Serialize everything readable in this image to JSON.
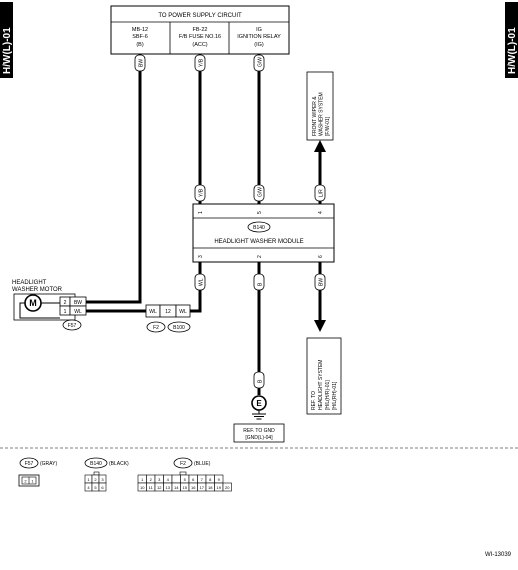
{
  "side_tab": "H/W(L)-01",
  "power_box": {
    "title": "TO POWER SUPPLY CIRCUIT",
    "columns": [
      {
        "line1": "MB-12",
        "line2": "SBF-6",
        "line3": "(B)"
      },
      {
        "line1": "FB-22",
        "line2": "F/B FUSE NO.16",
        "line3": "(ACC)"
      },
      {
        "line1": "IG",
        "line2": "IGNITION RELAY",
        "line3": "(IG)"
      }
    ]
  },
  "module": {
    "connector": "B140",
    "name": "HEADLIGHT WASHER MODULE"
  },
  "front_wiper_ref": [
    "FRONT WIPER &",
    "WASHER SYSTEM",
    "[F/W-01]"
  ],
  "headlight_ref": [
    "REF. TO",
    "HEADLIGHT SYSTEM",
    "[H/L(H/R)-01]",
    "[H/L(RH)-01]"
  ],
  "motor": {
    "label_line1": "HEADLIGHT",
    "label_line2": "WASHER MOTOR",
    "symbol": "M",
    "connector": "F57",
    "pins": [
      {
        "pin": "2",
        "color": "BW"
      },
      {
        "pin": "1",
        "color": "WL"
      }
    ]
  },
  "wires": {
    "top": [
      "BW",
      "Y/B",
      "G/W"
    ],
    "module_top": [
      "Y/B",
      "G/W",
      "L/R"
    ],
    "module_top_pins": [
      "1",
      "5",
      "4"
    ],
    "module_bottom": [
      "WL",
      "B",
      "BW"
    ],
    "module_bottom_pins": [
      "3",
      "2",
      "6"
    ],
    "ground_wire": "B",
    "splice_left": "WL",
    "splice_pin": "12",
    "splice_right": "WL"
  },
  "splice_connectors": [
    "F2",
    "B100"
  ],
  "ground": {
    "symbol": "E",
    "ref_line1": "REF. TO GND",
    "ref_line2": "[GND(L)-04]"
  },
  "legend": [
    {
      "code": "F57",
      "color": "(GRAY)",
      "rows": [
        [
          "2",
          "1"
        ]
      ]
    },
    {
      "code": "B140",
      "color": "(BLACK)",
      "rows": [
        [
          "1",
          "2",
          "3"
        ],
        [
          "4",
          "5",
          "6"
        ]
      ]
    },
    {
      "code": "F2",
      "color": "(BLUE)",
      "rows": [
        [
          "1",
          "2",
          "3",
          "4",
          "",
          "5",
          "6",
          "7",
          "8",
          "9"
        ],
        [
          "10",
          "11",
          "12",
          "13",
          "14",
          "15",
          "16",
          "17",
          "18",
          "19",
          "20"
        ]
      ]
    }
  ],
  "figure_id": "WI-13039"
}
